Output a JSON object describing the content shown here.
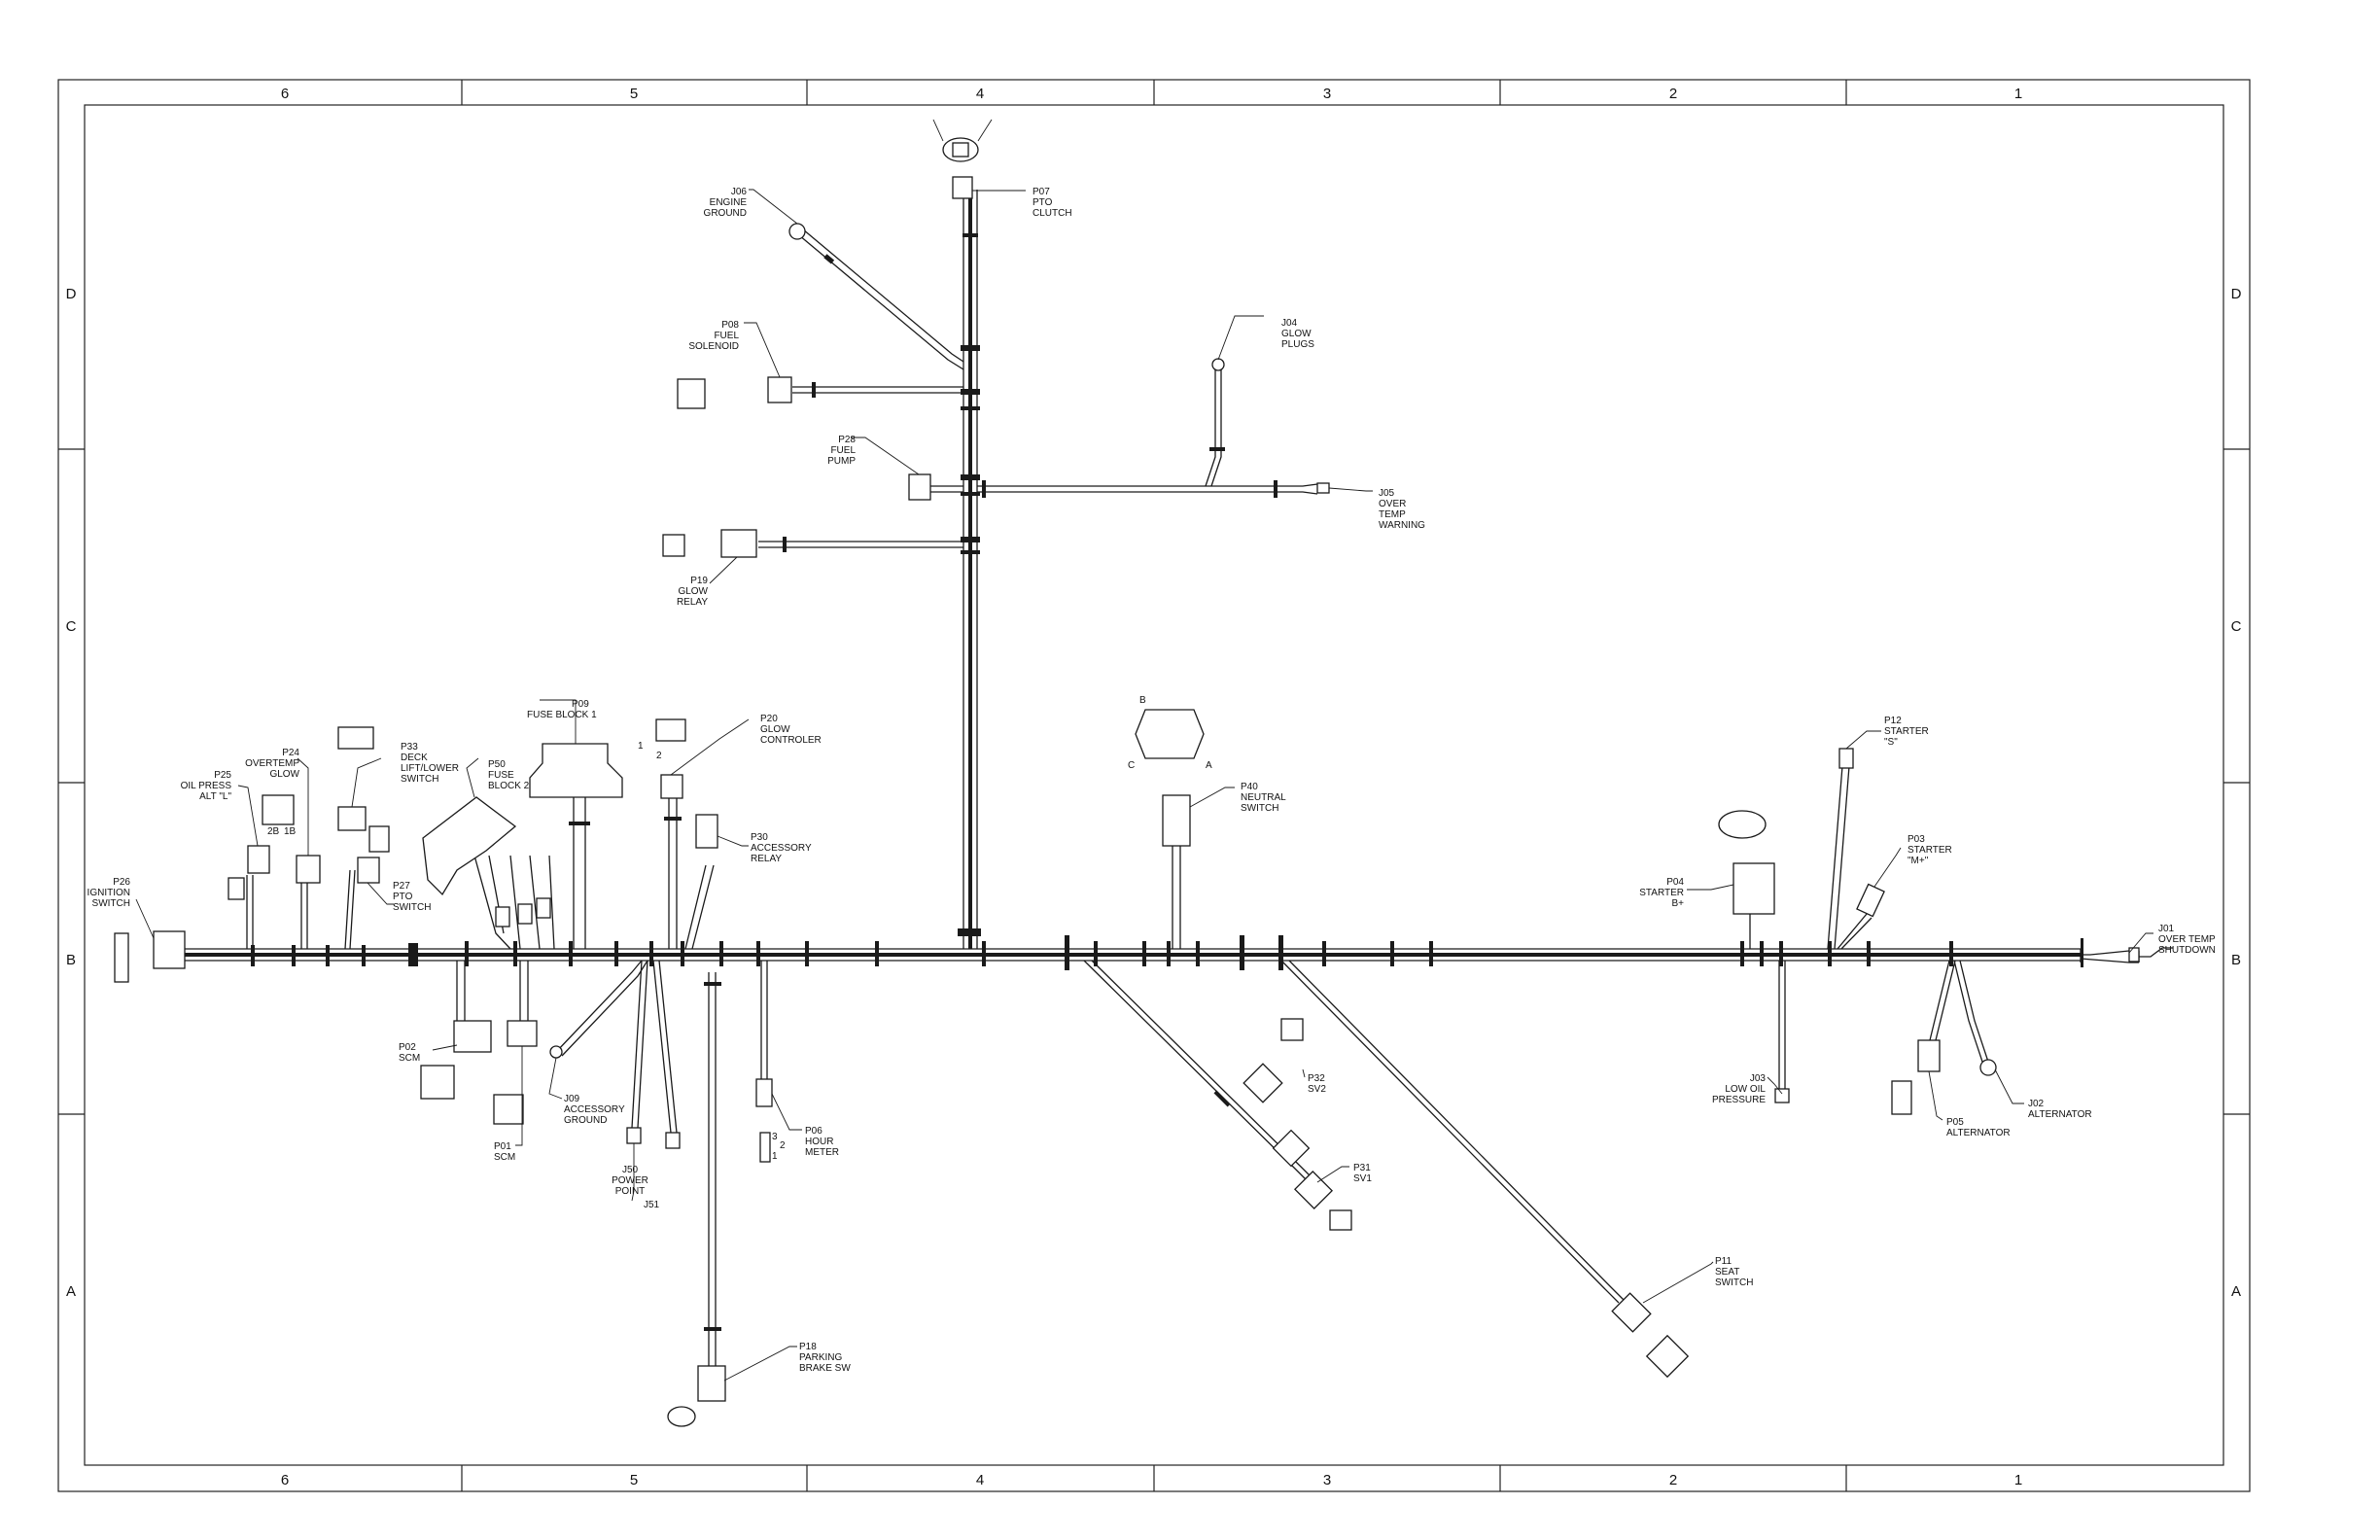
{
  "frame": {
    "columns": [
      "6",
      "5",
      "4",
      "3",
      "2",
      "1"
    ],
    "rows": [
      "D",
      "C",
      "B",
      "A"
    ]
  },
  "connectors": {
    "p07": [
      "P07",
      "PTO",
      "CLUTCH"
    ],
    "j06": [
      "J06",
      "ENGINE",
      "GROUND"
    ],
    "p08": [
      "P08",
      "FUEL",
      "SOLENOID"
    ],
    "j04": [
      "J04",
      "GLOW",
      "PLUGS"
    ],
    "p28": [
      "P28",
      "FUEL",
      "PUMP"
    ],
    "j05": [
      "J05",
      "OVER",
      "TEMP",
      "WARNING"
    ],
    "p19": [
      "P19",
      "GLOW",
      "RELAY"
    ],
    "p09": [
      "P09",
      "FUSE BLOCK 1"
    ],
    "p20": [
      "P20",
      "GLOW",
      "CONTROLER"
    ],
    "p50": [
      "P50",
      "FUSE",
      "BLOCK 2"
    ],
    "p33": [
      "P33",
      "DECK",
      "LIFT/LOWER",
      "SWITCH"
    ],
    "p24": [
      "P24",
      "OVERTEMP",
      "GLOW"
    ],
    "p25": [
      "P25",
      "OIL PRESS",
      "ALT \"L\""
    ],
    "p26": [
      "P26",
      "IGNITION",
      "SWITCH"
    ],
    "p27": [
      "P27",
      "PTO",
      "SWITCH"
    ],
    "p30": [
      "P30",
      "ACCESSORY",
      "RELAY"
    ],
    "p40": [
      "P40",
      "NEUTRAL",
      "SWITCH"
    ],
    "p12": [
      "P12",
      "STARTER",
      "\"S\""
    ],
    "p03": [
      "P03",
      "STARTER",
      "\"M+\""
    ],
    "p04": [
      "P04",
      "STARTER",
      "B+"
    ],
    "j01": [
      "J01",
      "OVER TEMP",
      "SHUTDOWN"
    ],
    "p02": [
      "P02",
      "SCM"
    ],
    "p01": [
      "P01",
      "SCM"
    ],
    "j09": [
      "J09",
      "ACCESSORY",
      "GROUND"
    ],
    "j50": [
      "J50",
      "POWER",
      "POINT",
      "J51"
    ],
    "p06": [
      "P06",
      "HOUR",
      "METER"
    ],
    "p32": [
      "P32",
      "SV2"
    ],
    "p31": [
      "P31",
      "SV1"
    ],
    "j03": [
      "J03",
      "LOW OIL",
      "PRESSURE"
    ],
    "p05": [
      "P05",
      "ALTERNATOR"
    ],
    "j02": [
      "J02",
      "ALTERNATOR"
    ],
    "p11": [
      "P11",
      "SEAT",
      "SWITCH"
    ],
    "p18": [
      "P18",
      "PARKING",
      "BRAKE SW"
    ]
  },
  "pins": {
    "p40_b": "B",
    "p40_c": "C",
    "p40_a": "A",
    "p20_1": "1",
    "p20_2": "2",
    "p06_3": "3",
    "p06_2": "2",
    "p06_1": "1",
    "p25_2b": "2B",
    "p25_1b": "1B"
  }
}
